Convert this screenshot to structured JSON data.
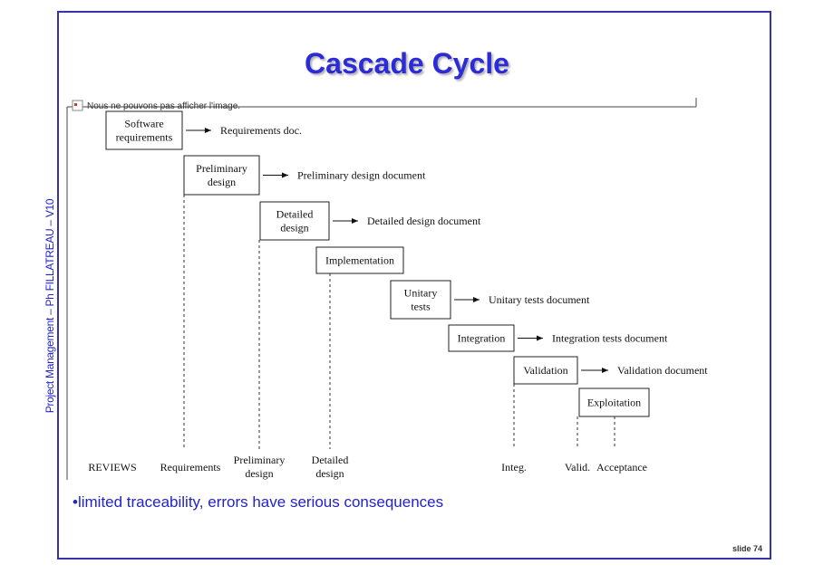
{
  "sidebar": {
    "label": "Project Management – Ph FILLATREAU – V10"
  },
  "title": "Cascade Cycle",
  "diagram": {
    "broken_image_alt": "Nous ne pouvons pas afficher l'image.",
    "phases": [
      {
        "label_lines": [
          "Software",
          "requirements"
        ],
        "output": "Requirements doc."
      },
      {
        "label_lines": [
          "Preliminary",
          "design"
        ],
        "output": "Preliminary design document"
      },
      {
        "label_lines": [
          "Detailed",
          "design"
        ],
        "output": "Detailed design document"
      },
      {
        "label_lines": [
          "Implementation"
        ],
        "output": ""
      },
      {
        "label_lines": [
          "Unitary",
          "tests"
        ],
        "output": "Unitary tests document"
      },
      {
        "label_lines": [
          "Integration"
        ],
        "output": "Integration tests document"
      },
      {
        "label_lines": [
          "Validation"
        ],
        "output": "Validation document"
      },
      {
        "label_lines": [
          "Exploitation"
        ],
        "output": ""
      }
    ],
    "reviews": [
      [
        "REVIEWS"
      ],
      [
        "Requirements"
      ],
      [
        "Preliminary",
        "design"
      ],
      [
        "Detailed",
        "design"
      ],
      [
        "Integ."
      ],
      [
        "Valid."
      ],
      [
        "Acceptance"
      ]
    ]
  },
  "bullet": "•limited traceability, errors have serious consequences",
  "slide_number": "slide 74"
}
